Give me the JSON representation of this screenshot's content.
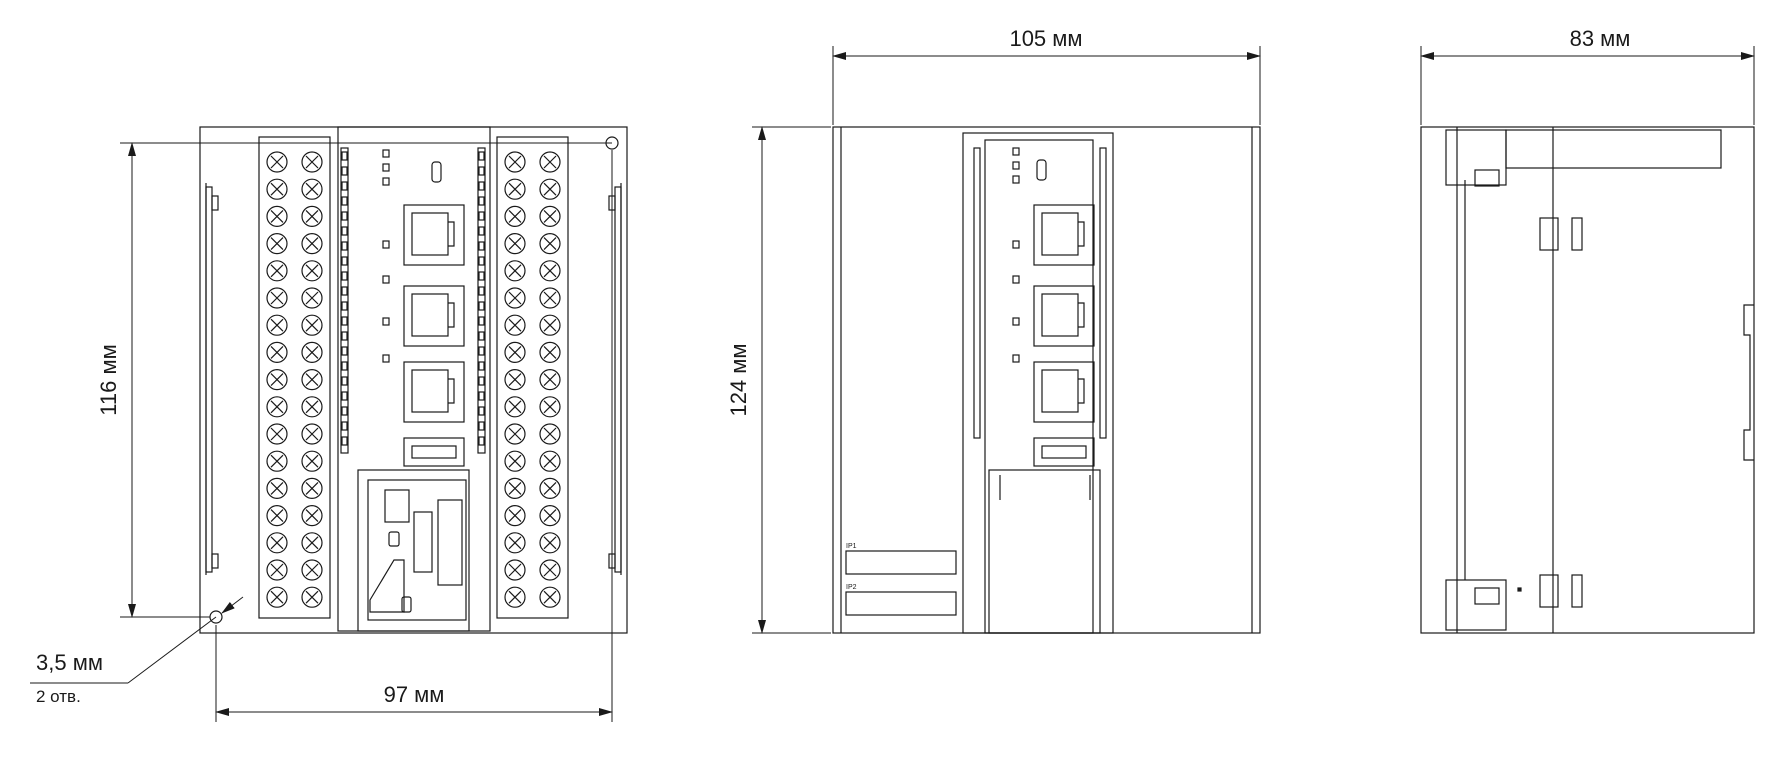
{
  "views": {
    "front": {
      "width_label": "97 мм",
      "height_label": "116 мм",
      "hole_label": "3,5 мм",
      "hole_count_label": "2 отв."
    },
    "middle": {
      "width_label": "105 мм",
      "height_label": "124 мм",
      "ip1_label": "IP1",
      "ip2_label": "IP2"
    },
    "side": {
      "depth_label": "83 мм"
    }
  },
  "colors": {
    "line": "#1a1a1a"
  }
}
